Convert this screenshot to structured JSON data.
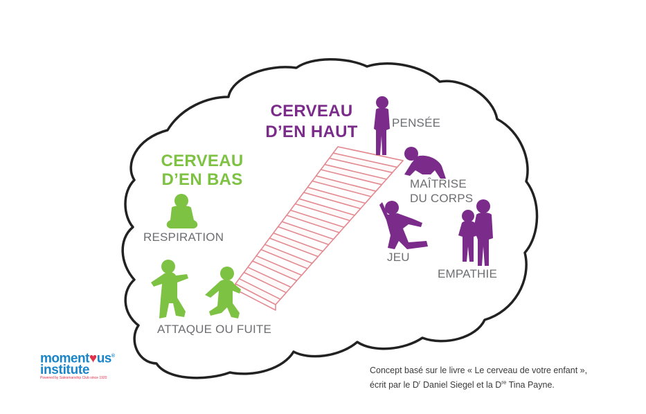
{
  "titles": {
    "lower_line1": "CERVEAU",
    "lower_line2": "D’EN BAS",
    "upper_line1": "CERVEAU",
    "upper_line2": "D’EN HAUT"
  },
  "labels": {
    "pensee": "PENSÉE",
    "maitrise_line1": "MAÎTRISE",
    "maitrise_line2": "DU CORPS",
    "jeu": "JEU",
    "empathie": "EMPATHIE",
    "respiration": "RESPIRATION",
    "attaque": "ATTAQUE OU FUITE"
  },
  "logo": {
    "line1_a": "moment",
    "line1_heart": "♥",
    "line1_b": "us",
    "reg": "®",
    "line2": "institute",
    "tagline": "Powered by Salesmanship Club since 1920"
  },
  "credit": {
    "line1": "Concept basé sur le livre « Le cerveau de votre enfant »,",
    "line2_a": "écrit par le D",
    "line2_sup1": "r",
    "line2_b": " Daniel Siegel et la D",
    "line2_sup2": "re",
    "line2_c": " Tina Payne."
  },
  "colors": {
    "green": "#7dc242",
    "purple": "#7b2c8b",
    "stairs": "#e38a91",
    "outline": "#222222",
    "label_gray": "#6d6e71",
    "logo_blue": "#1a85c8",
    "logo_red": "#e0314a"
  }
}
